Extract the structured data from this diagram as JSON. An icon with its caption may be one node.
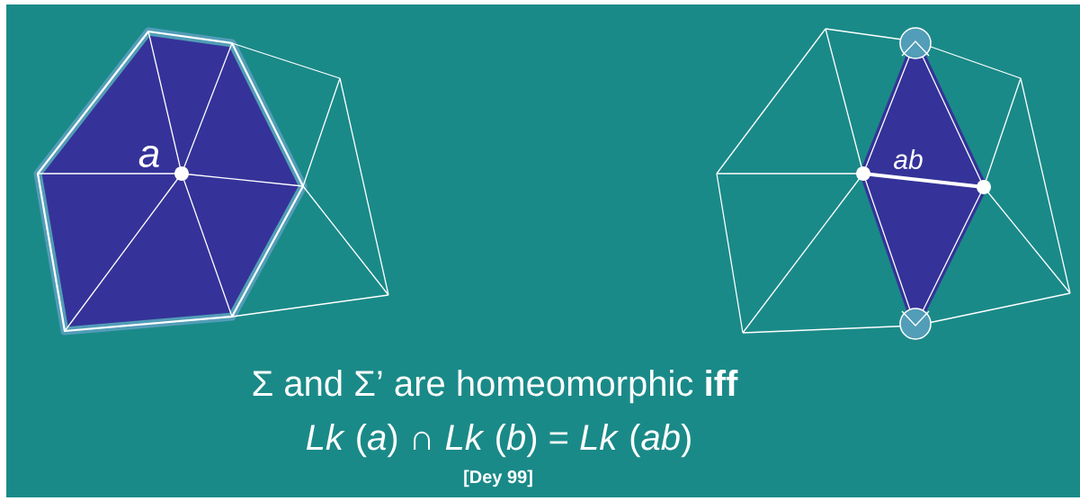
{
  "diagram": {
    "labels": [
      "a",
      "ab",
      "Σ and Σ’ are homeomorphic **iff**",
      "*Lk* (*a*) ∩ *Lk* (*b*) = *Lk* (*ab*)",
      "[Dey 99]"
    ]
  }
}
